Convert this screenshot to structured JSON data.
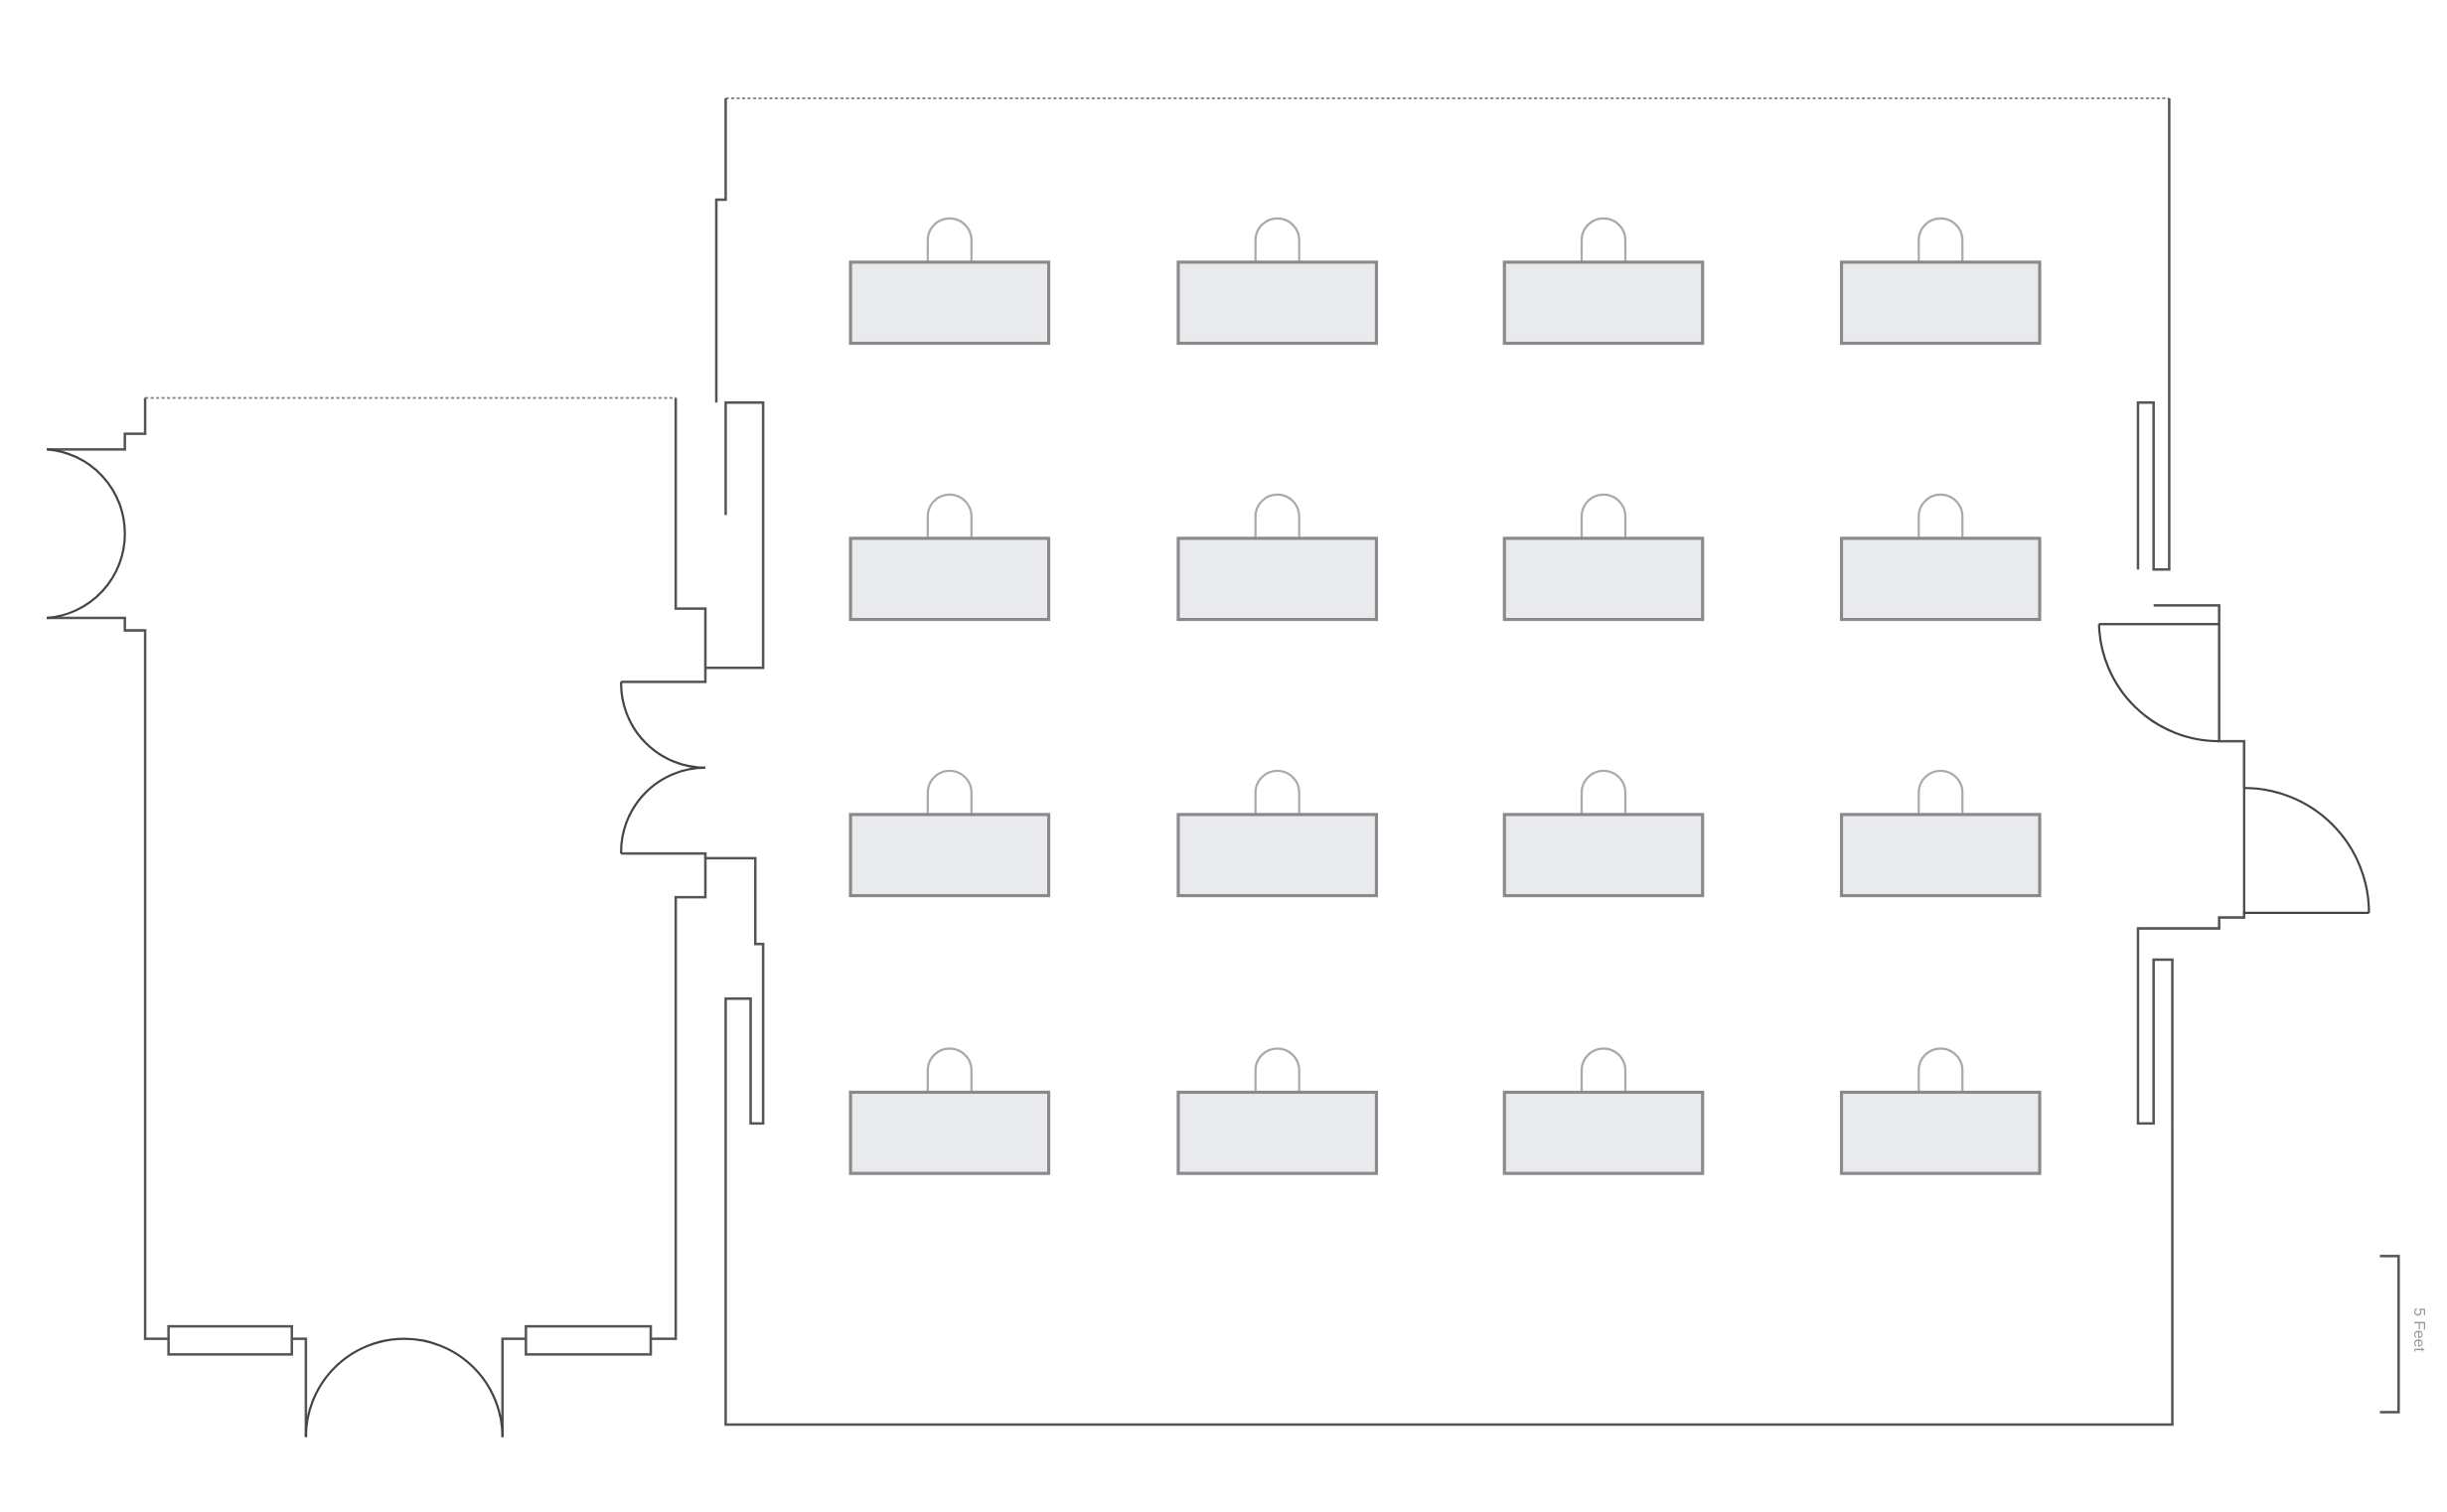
{
  "floor_plan": {
    "table_layout": {
      "rows": 4,
      "columns": 4,
      "seats_per_table": 1
    },
    "scale_bar": {
      "label": "5 Feet"
    },
    "colors": {
      "table_fill": "#e8eaee",
      "table_stroke": "#8a8a8a",
      "wall": "#555555"
    }
  }
}
